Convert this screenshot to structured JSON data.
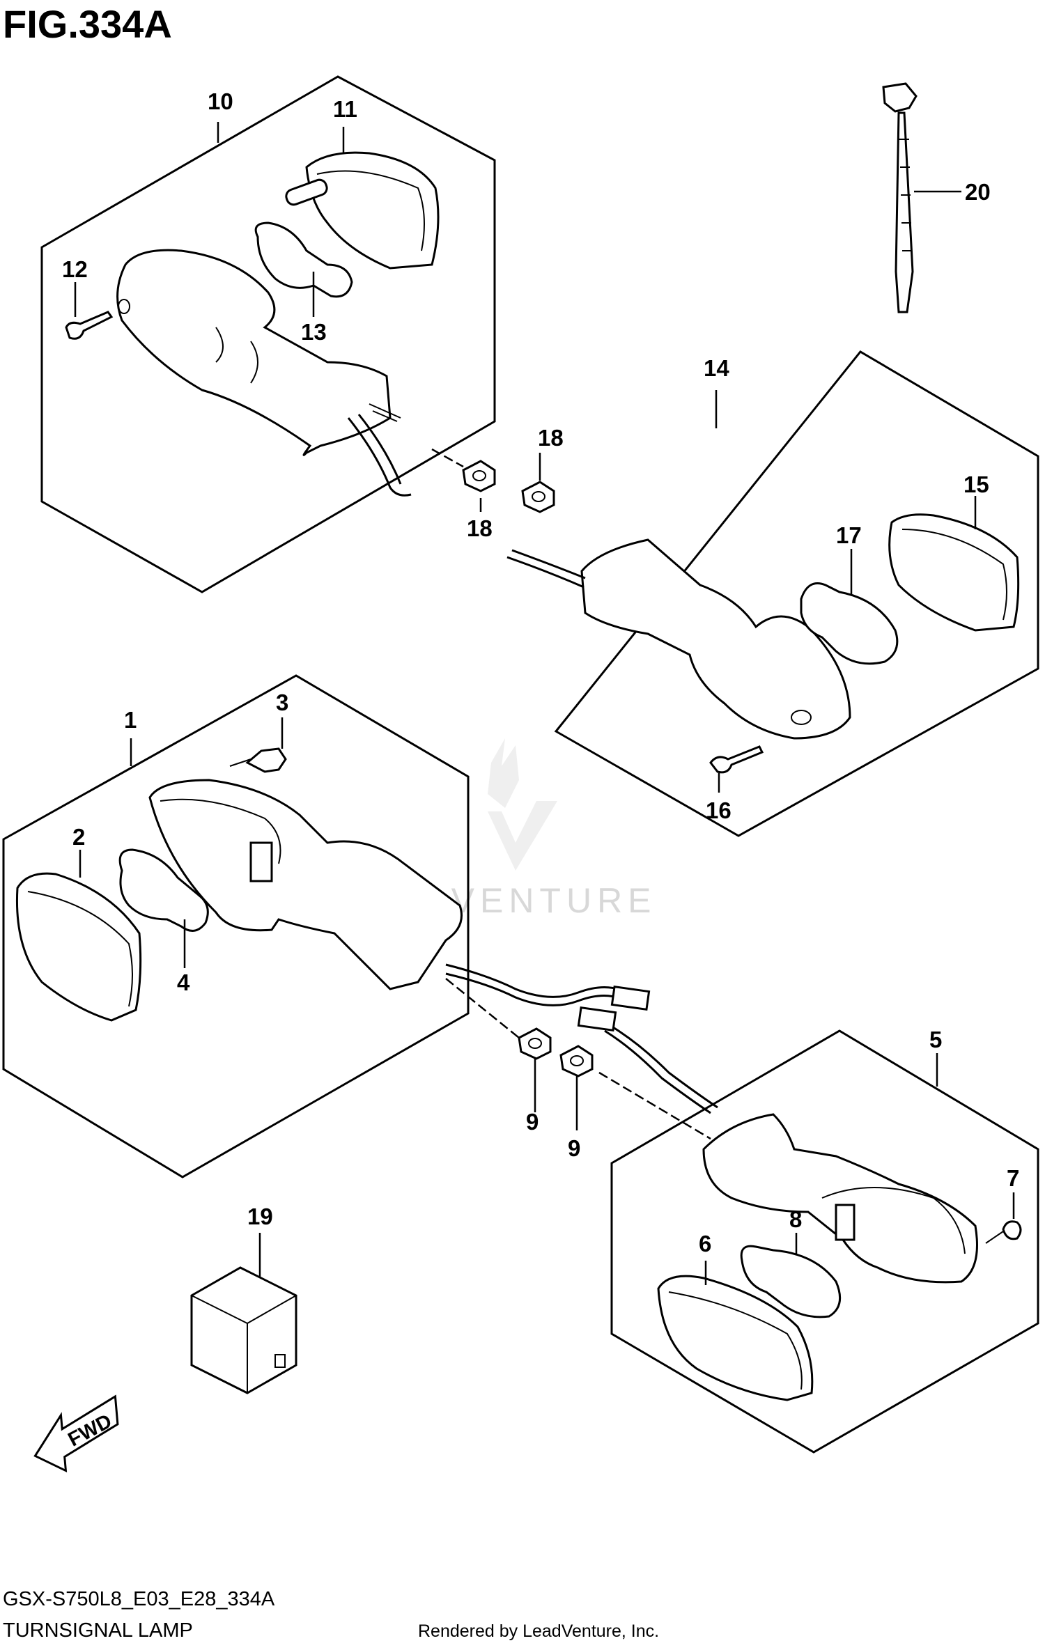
{
  "figure": {
    "title": "FIG.334A",
    "model_code": "GSX-S750L8_E03_E28_334A",
    "section_name": "TURNSIGNAL LAMP",
    "credit": "Rendered by LeadVenture, Inc.",
    "watermark": "LEADVENTURE",
    "direction_arrow": "FWD"
  },
  "callouts": {
    "c1": "1",
    "c2": "2",
    "c3": "3",
    "c4": "4",
    "c5": "5",
    "c6": "6",
    "c7": "7",
    "c8": "8",
    "c9a": "9",
    "c9b": "9",
    "c10": "10",
    "c11": "11",
    "c12": "12",
    "c13": "13",
    "c14": "14",
    "c15": "15",
    "c16": "16",
    "c17": "17",
    "c18a": "18",
    "c18b": "18",
    "c19": "19",
    "c20": "20"
  },
  "icons": {
    "direction": "fwd-arrow-icon",
    "watermark": "leadventure-logo-icon"
  }
}
